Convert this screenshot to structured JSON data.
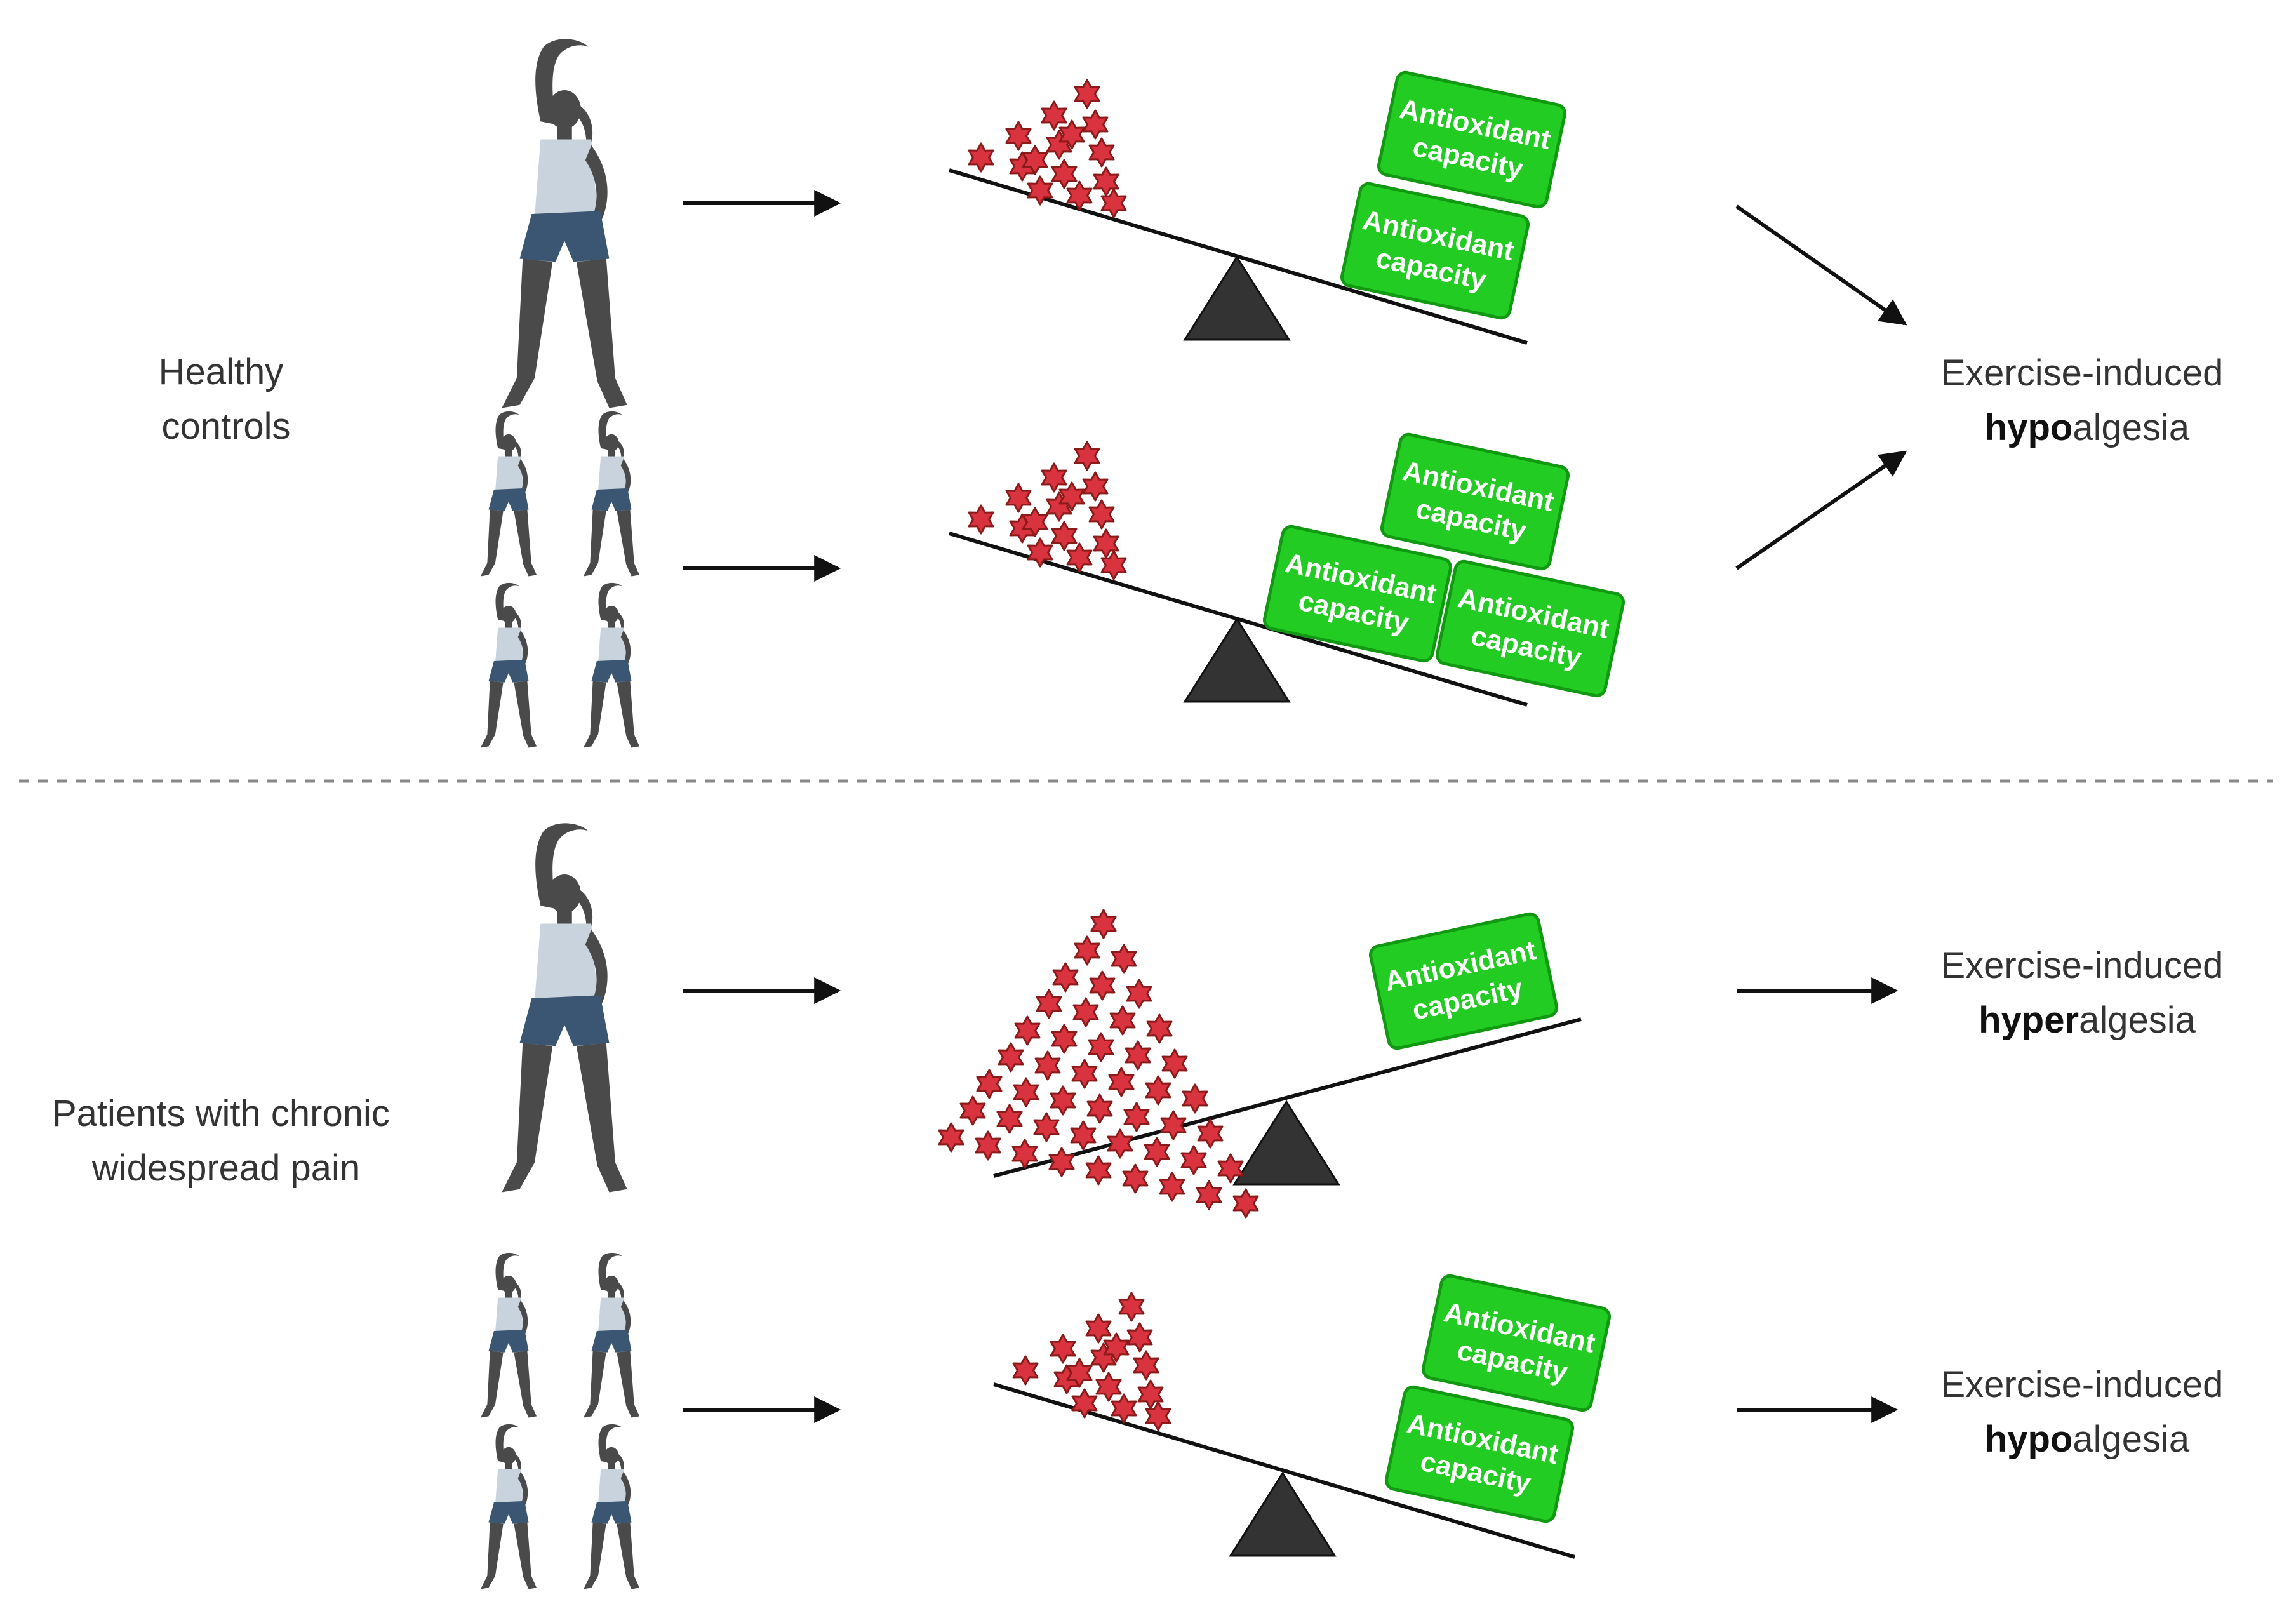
{
  "groups": {
    "healthy": [
      "Healthy",
      "controls"
    ],
    "patients": [
      "Patients with chronic",
      "widespread pain"
    ]
  },
  "box_label": [
    "Antioxidant",
    "capacity"
  ],
  "outcomes": {
    "prefix": "Exercise-induced",
    "hypo_bold": "hypo",
    "hyper_bold": "hyper",
    "suffix": "algesia"
  },
  "colors": {
    "antioxidant_box": "#22cc22",
    "antioxidant_border": "#119911",
    "star_fill": "#d9333f",
    "star_stroke": "#8b1a1a",
    "fulcrum": "#333333",
    "figure_skin": "#4a4a4a",
    "figure_top": "#c8d3de",
    "figure_shorts": "#3b5672"
  },
  "scenarios": [
    {
      "group": "Healthy controls",
      "exercise": "single",
      "stars": 15,
      "antioxidant_boxes": 2,
      "outcome": "hypoalgesia"
    },
    {
      "group": "Healthy controls",
      "exercise": "repeated",
      "stars": 15,
      "antioxidant_boxes": 3,
      "outcome": "hypoalgesia"
    },
    {
      "group": "Patients with chronic widespread pain",
      "exercise": "single",
      "stars": 45,
      "antioxidant_boxes": 1,
      "outcome": "hyperalgesia"
    },
    {
      "group": "Patients with chronic widespread pain",
      "exercise": "repeated",
      "stars": 15,
      "antioxidant_boxes": 2,
      "outcome": "hypoalgesia"
    }
  ],
  "icons": [
    "woman-stretching-icon",
    "star-icon",
    "arrow-right-icon"
  ]
}
